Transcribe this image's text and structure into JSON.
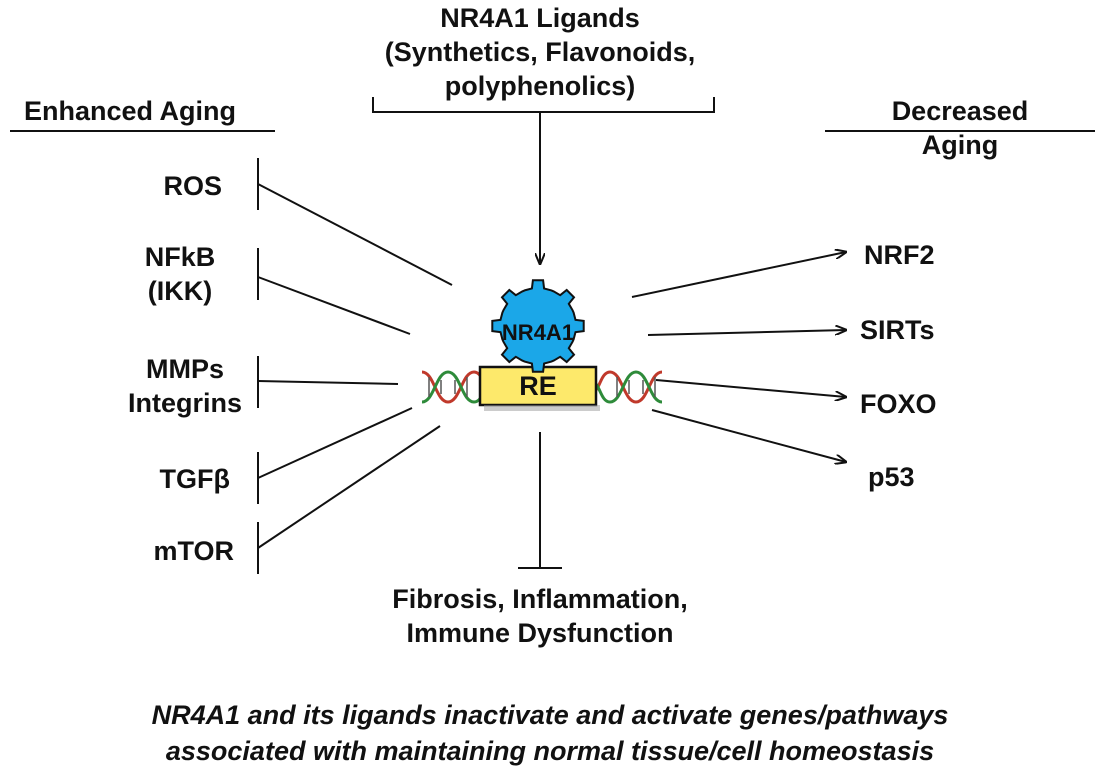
{
  "ligands": {
    "line1": "NR4A1 Ligands",
    "line2": "(Synthetics, Flavonoids,",
    "line3": "polyphenolics)"
  },
  "enhanced_heading": "Enhanced Aging",
  "decreased_heading": {
    "line1": "Decreased",
    "line2": "Aging"
  },
  "left_items": {
    "ros": "ROS",
    "nfkb": "NFkB",
    "ikk": "(IKK)",
    "mmps": "MMPs",
    "integrins": "Integrins",
    "tgfb": "TGFβ",
    "mtor": "mTOR"
  },
  "right_items": {
    "nrf2": "NRF2",
    "sirts": "SIRTs",
    "foxo": "FOXO",
    "p53": "p53"
  },
  "center": {
    "receptor": "NR4A1",
    "response_element": "RE"
  },
  "bottom_effect": {
    "line1": "Fibrosis, Inflammation,",
    "line2": "Immune Dysfunction"
  },
  "caption": {
    "line1": "NR4A1 and its ligands inactivate and activate genes/pathways",
    "line2": "associated with maintaining normal tissue/cell homeostasis"
  },
  "colors": {
    "receptor_fill": "#1ba7e8",
    "re_fill": "#fde96b",
    "dna_red": "#c0392b",
    "dna_green": "#2e8b3a"
  }
}
